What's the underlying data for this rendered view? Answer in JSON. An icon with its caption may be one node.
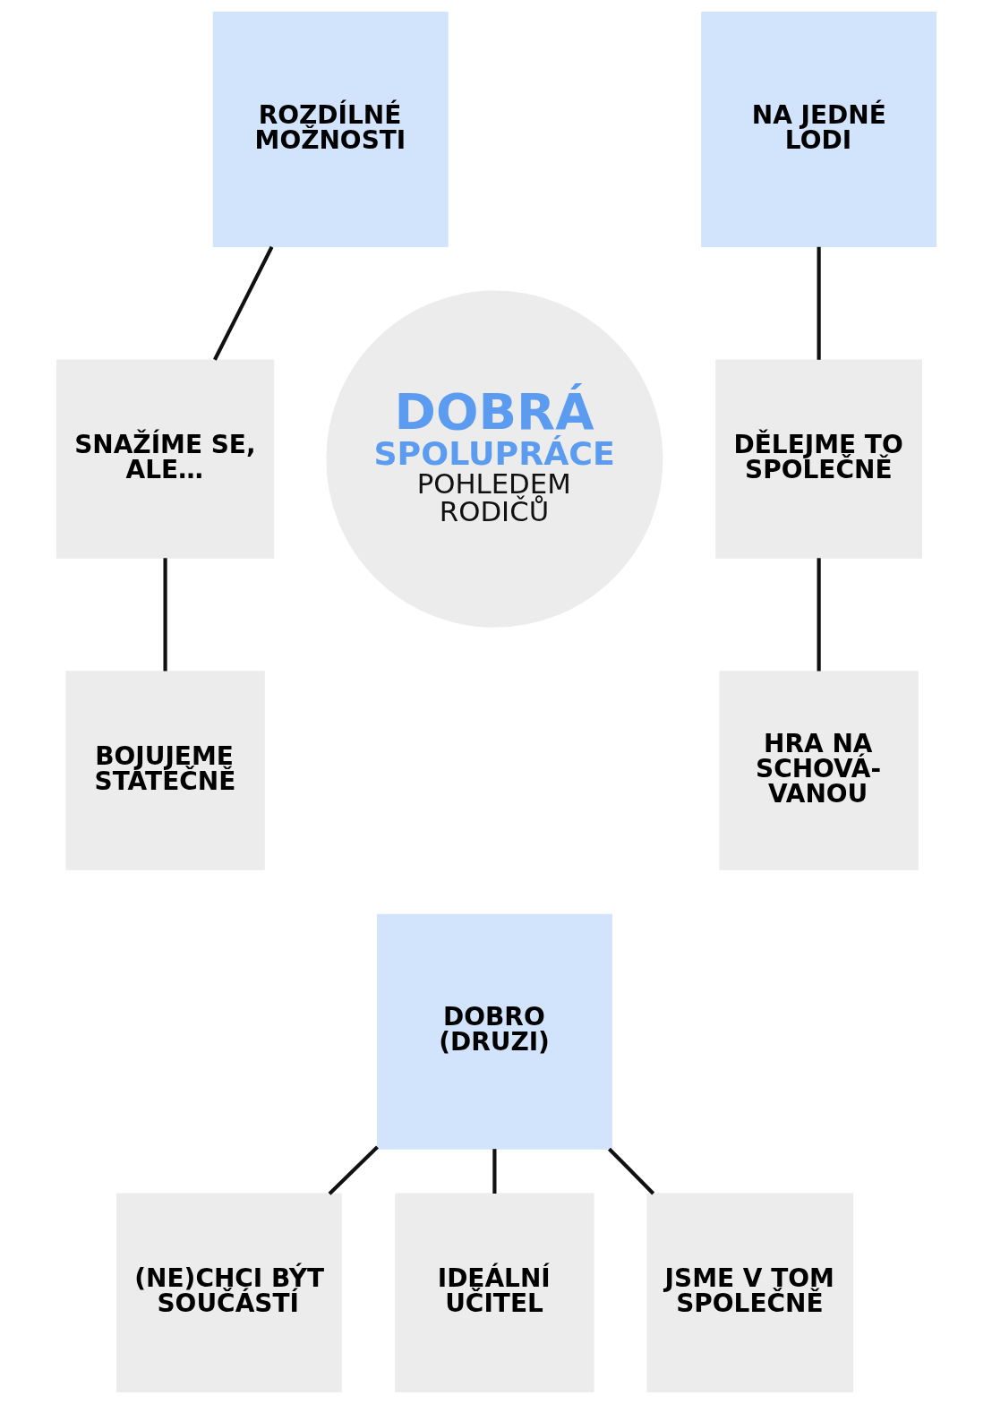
{
  "diagram": {
    "nodes": [
      {
        "text": [
          "ROZDÍLNÉ MOŽNOSTI"
        ]
      },
      {
        "text": [
          "NA JEDNÉ LODI"
        ]
      },
      {
        "text": [
          "SNAŽÍME SE, ALE…"
        ]
      },
      {
        "text": [
          "DOBRÁ",
          "SPOLUPRÁCE",
          "POHLEDEM RODIČŮ"
        ]
      },
      {
        "text": [
          "DĚLEJME TO SPOLEČNĚ"
        ]
      },
      {
        "text": [
          "BOJUJEME STATEČNĚ"
        ]
      },
      {
        "text": [
          "HRA NA SCHOVÁ- VANOU"
        ]
      },
      {
        "text": [
          "DOBRO (DRUZI)"
        ]
      },
      {
        "text": [
          "(NE)CHCI BÝT SOUČÁSTÍ"
        ]
      },
      {
        "text": [
          "IDEÁLNÍ UČITEL"
        ]
      },
      {
        "text": [
          "JSME V TOM SPOLEČNĚ"
        ]
      }
    ],
    "edges": [
      {
        "from": 0,
        "to": 2,
        "arrow": "none"
      },
      {
        "from": 2,
        "to": 5,
        "arrow": "none"
      },
      {
        "from": 1,
        "to": 4,
        "arrow": "none"
      },
      {
        "from": 4,
        "to": 6,
        "arrow": "none"
      },
      {
        "from": 7,
        "to": 8,
        "arrow": "none"
      },
      {
        "from": 7,
        "to": 9,
        "arrow": "none"
      },
      {
        "from": 7,
        "to": 10,
        "arrow": "none"
      }
    ]
  }
}
